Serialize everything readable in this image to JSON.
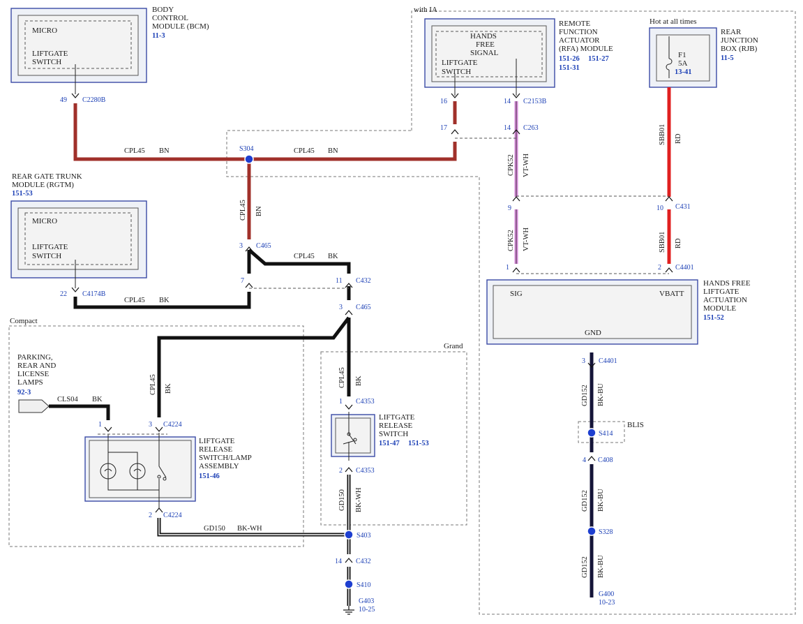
{
  "bcm": {
    "title_lines": [
      "BODY",
      "CONTROL",
      "MODULE (BCM)"
    ],
    "ref": "11-3",
    "micro": "MICRO",
    "switch_lines": [
      "LIFTGATE",
      "SWITCH"
    ],
    "pin": "49",
    "connector": "C2280B"
  },
  "rgtm": {
    "title_lines": [
      "REAR GATE TRUNK",
      "MODULE (RGTM)"
    ],
    "ref": "151-53",
    "micro": "MICRO",
    "switch_lines": [
      "LIFTGATE",
      "SWITCH"
    ],
    "pin": "22",
    "connector": "C4174B"
  },
  "rfa": {
    "group_label": "with IA",
    "title_lines": [
      "REMOTE",
      "FUNCTION",
      "ACTUATOR",
      "(RFA) MODULE"
    ],
    "ref1": "151-26",
    "ref2": "151-27",
    "ref3": "151-31",
    "signal_lines": [
      "HANDS",
      "FREE",
      "SIGNAL"
    ],
    "switch_lines": [
      "LIFTGATE",
      "SWITCH"
    ],
    "pin_left": "16",
    "pin_right": "14",
    "connector": "C2153B"
  },
  "rjb": {
    "hot_label": "Hot at all times",
    "title_lines": [
      "REAR",
      "JUNCTION",
      "BOX (RJB)"
    ],
    "ref": "11-5",
    "fuse": "F1",
    "fuse_rating": "5A",
    "fuse_ref": "13-41"
  },
  "hfla": {
    "title_lines": [
      "HANDS FREE",
      "LIFTGATE",
      "ACTUATION",
      "MODULE"
    ],
    "ref": "151-52",
    "sig": "SIG",
    "vbatt": "VBATT",
    "gnd": "GND",
    "pin_sig": "1",
    "pin_vbatt": "2",
    "connector": "C4401",
    "pin_gnd": "3",
    "gnd_connector": "C4401"
  },
  "wires": {
    "cpl45": "CPL45",
    "bn": "BN",
    "bk": "BK",
    "cpk52": "CPK52",
    "vtwh": "VT-WH",
    "sbb01": "SBB01",
    "rd": "RD",
    "gd152": "GD152",
    "bkbu": "BK-BU",
    "gd150": "GD150",
    "bkwh": "BK-WH",
    "cls04": "CLS04"
  },
  "connectors": {
    "s304": "S304",
    "c465": "C465",
    "c432": "C432",
    "c4224": "C4224",
    "c4353": "C4353",
    "s403": "S403",
    "s410": "S410",
    "g403": "G403",
    "g403_ref": "10-25",
    "c263": "C263",
    "c431": "C431",
    "s414": "S414",
    "c408": "C408",
    "s328": "S328",
    "g400": "G400",
    "g400_ref": "10-23"
  },
  "pins": {
    "p17": "17",
    "p14b": "14",
    "p9": "9",
    "p10": "10",
    "p3a": "3",
    "p7": "7",
    "p11": "11",
    "p3b": "3",
    "p1a": "1",
    "p3c": "3",
    "p2a": "2",
    "p1b": "1",
    "p2b": "2",
    "p14c": "14",
    "p4": "4"
  },
  "regions": {
    "compact": "Compact",
    "grand": "Grand",
    "blis": "BLIS"
  },
  "lamps": {
    "title_lines": [
      "PARKING,",
      "REAR AND",
      "LICENSE",
      "LAMPS"
    ],
    "ref": "92-3"
  },
  "assembly": {
    "title_lines": [
      "LIFTGATE",
      "RELEASE",
      "SWITCH/LAMP",
      "ASSEMBLY"
    ],
    "ref": "151-46"
  },
  "release_switch": {
    "title_lines": [
      "LIFTGATE",
      "RELEASE",
      "SWITCH"
    ],
    "ref1": "151-47",
    "ref2": "151-53"
  },
  "colors": {
    "brown": "#a0302a",
    "black": "#111111",
    "red": "#e02020",
    "violet": "#d58ad8",
    "navy": "#141438",
    "splice": "#1e3fd0"
  }
}
